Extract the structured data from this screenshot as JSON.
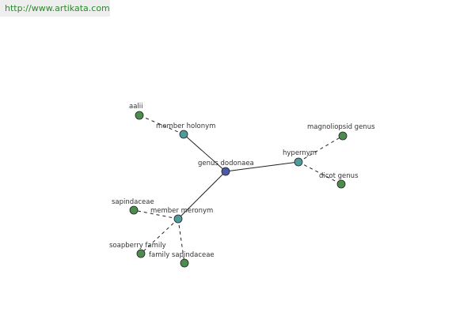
{
  "header": {
    "url": "http://www.artikata.com"
  },
  "graph": {
    "center": "genus dodonaea",
    "relations": [
      {
        "label": "member holonym",
        "children": [
          "aalii"
        ]
      },
      {
        "label": "hypernym",
        "children": [
          "magnoliopsid genus",
          "dicot genus"
        ]
      },
      {
        "label": "member meronym",
        "children": [
          "sapindaceae",
          "soapberry family",
          "family sapindaceae"
        ]
      }
    ]
  },
  "colors": {
    "center_node": "#4a5aa8",
    "relation_node": "#4f9a9a",
    "leaf_node": "#4c8c4c",
    "url_text": "#2a8a2a"
  }
}
